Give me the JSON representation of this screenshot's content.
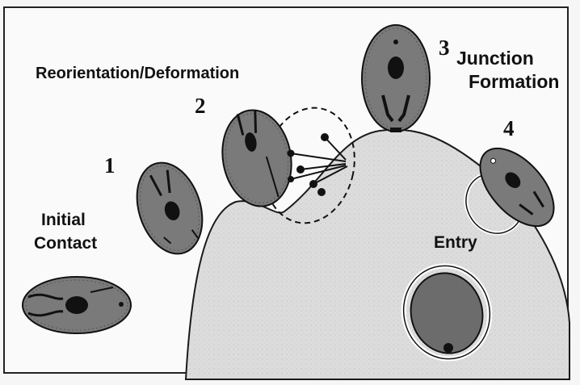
{
  "labels": {
    "initial_contact_line1": "Initial",
    "initial_contact_line2": "Contact",
    "reorientation": "Reorientation/Deformation",
    "junction_line1": "Junction",
    "junction_line2": "Formation",
    "entry": "Entry"
  },
  "step_numbers": [
    "1",
    "2",
    "3",
    "4"
  ],
  "colors": {
    "host_cell": "#dedede",
    "parasite_fill": "#7a7a7a",
    "parasite_dark": "#111111",
    "outline": "#1a1a1a"
  }
}
